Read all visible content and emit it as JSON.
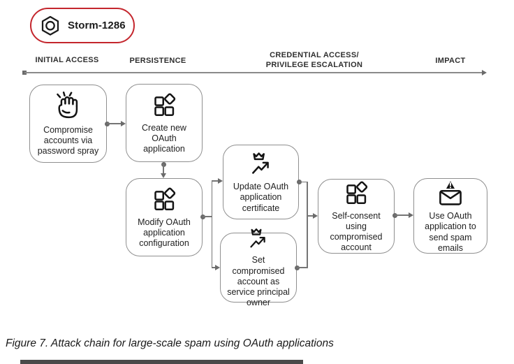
{
  "badge": {
    "label": "Storm-1286"
  },
  "phases": [
    {
      "label": "INITIAL ACCESS"
    },
    {
      "label": "PERSISTENCE"
    },
    {
      "label": "CREDENTIAL ACCESS/\nPRIVILEGE ESCALATION"
    },
    {
      "label": "IMPACT"
    }
  ],
  "nodes": [
    {
      "label": "Compromise accounts via password spray",
      "icon": "password-spray-fist-icon",
      "phase": "INITIAL ACCESS"
    },
    {
      "label": "Create new OAuth application",
      "icon": "oauth-app-icon",
      "phase": "PERSISTENCE"
    },
    {
      "label": "Modify OAuth application configuration",
      "icon": "oauth-app-icon",
      "phase": "PERSISTENCE"
    },
    {
      "label": "Update OAuth application certificate",
      "icon": "privilege-crown-arrow-icon",
      "phase": "CREDENTIAL ACCESS/PRIVILEGE ESCALATION"
    },
    {
      "label": "Set compromised account as service principal owner",
      "icon": "privilege-crown-arrow-icon",
      "phase": "CREDENTIAL ACCESS/PRIVILEGE ESCALATION"
    },
    {
      "label": "Self-consent using compromised account",
      "icon": "oauth-app-icon",
      "phase": "CREDENTIAL ACCESS/PRIVILEGE ESCALATION"
    },
    {
      "label": "Use OAuth application to send spam emails",
      "icon": "spam-email-warning-icon",
      "phase": "IMPACT"
    }
  ],
  "edges": [
    {
      "from": 0,
      "to": 1
    },
    {
      "from": 1,
      "to": 2
    },
    {
      "from": 2,
      "to": 3
    },
    {
      "from": 2,
      "to": 4
    },
    {
      "from": 3,
      "to": 5
    },
    {
      "from": 4,
      "to": 5
    },
    {
      "from": 5,
      "to": 6
    }
  ],
  "caption": "Figure 7. Attack chain for large-scale spam using OAuth applications",
  "colors": {
    "badge_border": "#c4262d",
    "box_border": "#8f8f8f",
    "connector": "#757575",
    "text": "#212121"
  }
}
